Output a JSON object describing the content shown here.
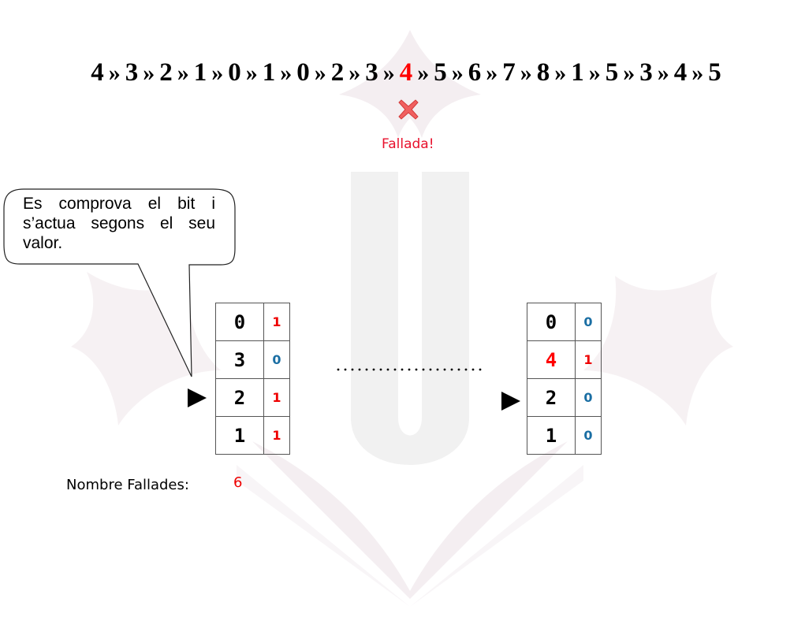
{
  "reference_string": {
    "items": [
      "4",
      "3",
      "2",
      "1",
      "0",
      "1",
      "0",
      "2",
      "3",
      "4",
      "5",
      "6",
      "7",
      "8",
      "1",
      "5",
      "3",
      "4",
      "5"
    ],
    "separator": "»",
    "highlight_index": 9,
    "highlight_color": "#ff0000"
  },
  "result": {
    "icon": "x-mark-icon",
    "label": "Fallada!",
    "color": "#e8112d"
  },
  "callout": {
    "text": "Es comprova el bit i s’actua segons el seu valor."
  },
  "frames_before": {
    "rows": [
      {
        "page": "0",
        "bit": "1"
      },
      {
        "page": "3",
        "bit": "0"
      },
      {
        "page": "2",
        "bit": "1"
      },
      {
        "page": "1",
        "bit": "1"
      }
    ],
    "pointer_row": 2
  },
  "frames_after": {
    "rows": [
      {
        "page": "0",
        "bit": "0"
      },
      {
        "page": "4",
        "bit": "1"
      },
      {
        "page": "2",
        "bit": "0"
      },
      {
        "page": "1",
        "bit": "0"
      }
    ],
    "pointer_row": 2,
    "highlight_row": 1
  },
  "fault_count": {
    "label": "Nombre Fallades:",
    "value": "6"
  },
  "colors": {
    "bit_one": "#ee0000",
    "bit_zero": "#1a6ea3",
    "watermark": "#f3ecf0"
  }
}
